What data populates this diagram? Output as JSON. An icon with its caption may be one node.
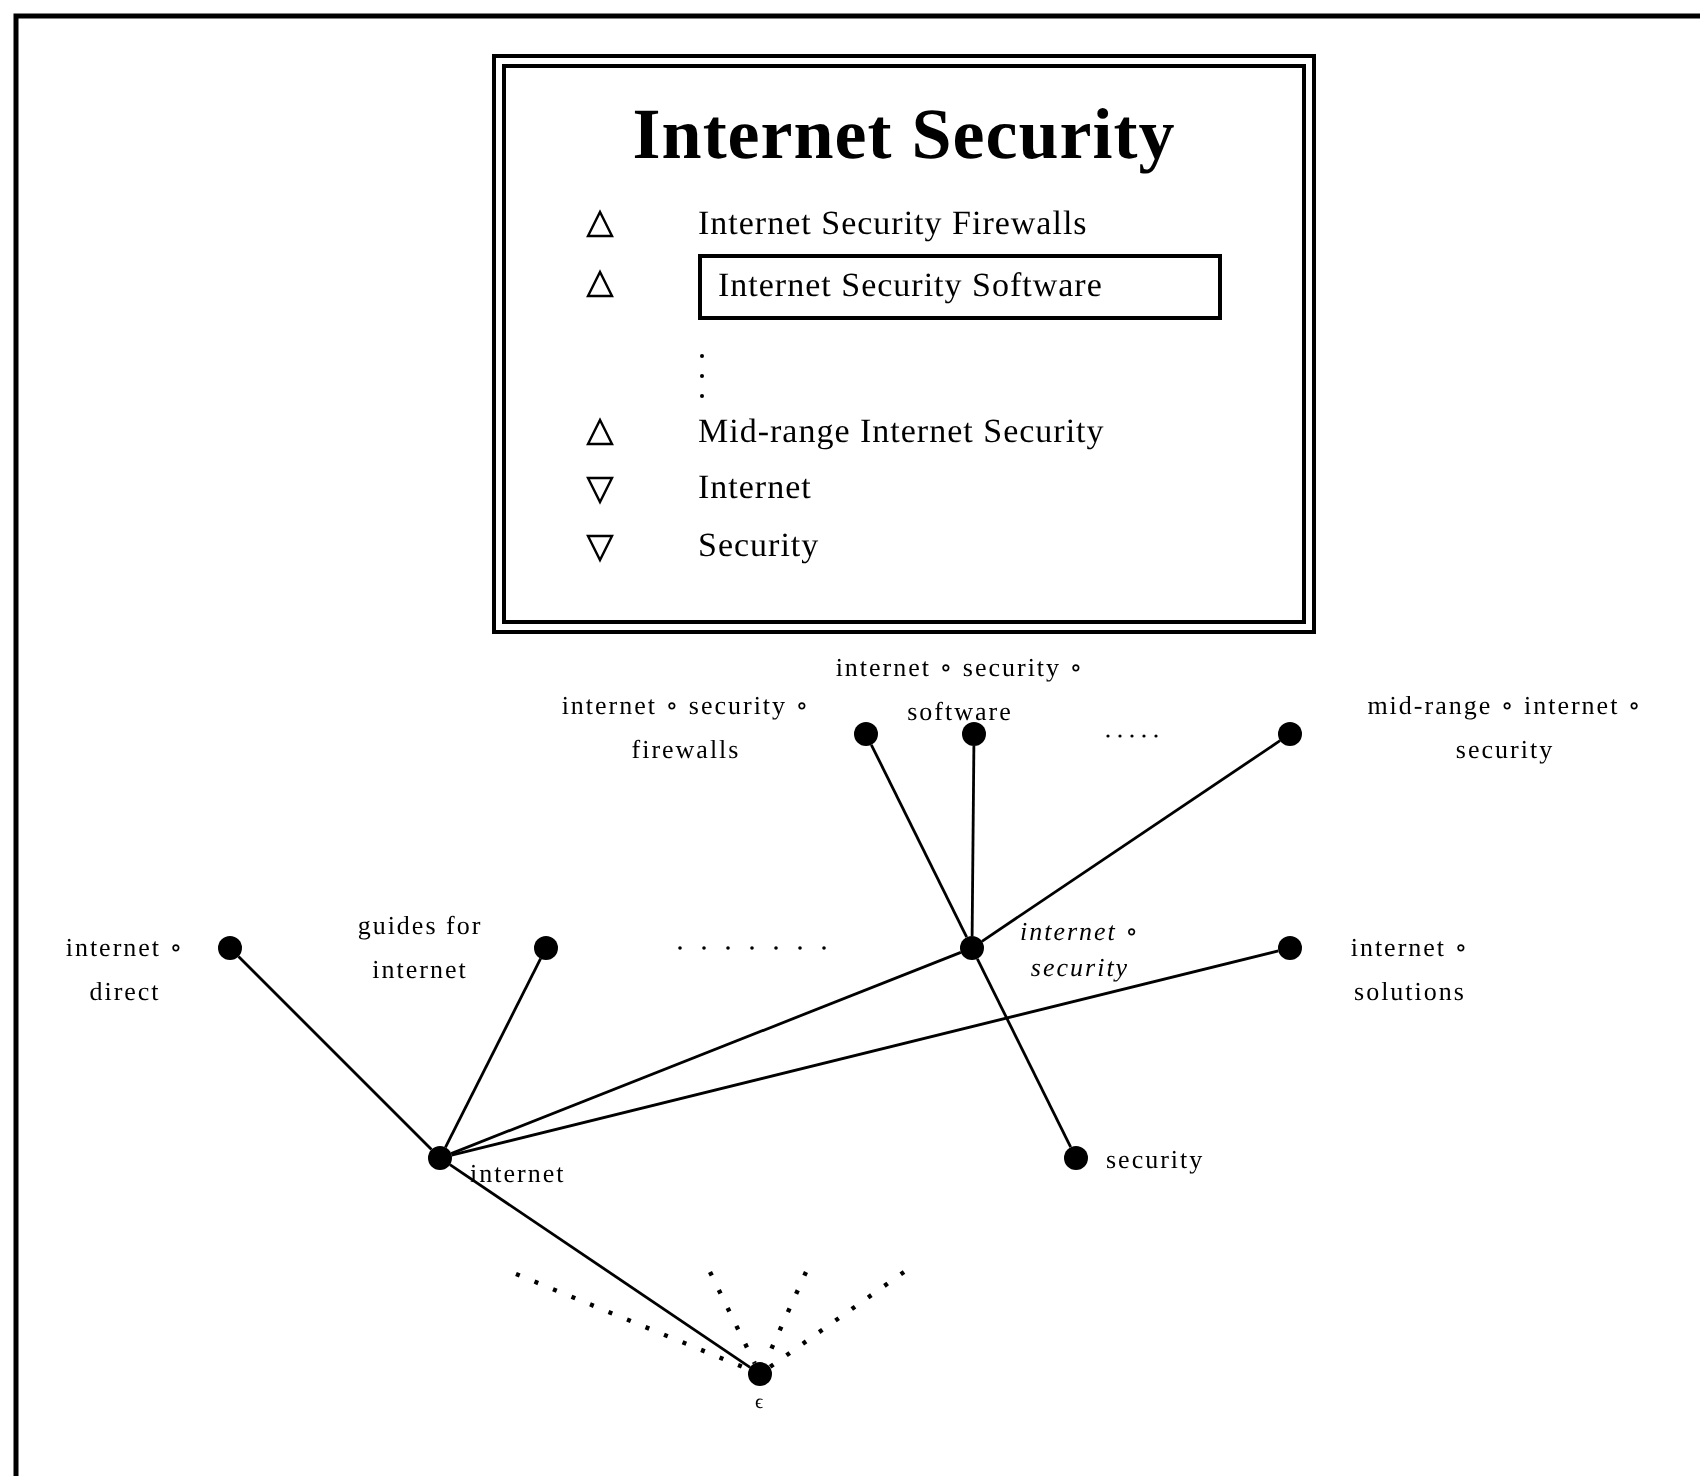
{
  "diagram": {
    "nodes": [
      {
        "text": [
          "Internet Security"
        ]
      },
      {
        "text": [
          "Internet Security Software"
        ],
        "in": 0
      },
      {
        "text": [],
        "shape": "circle",
        "beside": [
          "internet ∘ security ∘ firewalls"
        ]
      },
      {
        "text": [],
        "shape": "circle",
        "beside": [
          "internet ∘ security ∘ software"
        ]
      },
      {
        "text": [],
        "shape": "circle",
        "beside": [
          "mid-range ∘ internet ∘ security"
        ]
      },
      {
        "text": [],
        "shape": "circle",
        "beside": [
          "internet ∘ direct"
        ]
      },
      {
        "text": [],
        "shape": "circle",
        "beside": [
          "guides for internet"
        ]
      },
      {
        "text": [],
        "shape": "circle",
        "beside": [
          "*internet* ∘ *security*"
        ]
      },
      {
        "text": [],
        "shape": "circle",
        "beside": [
          "internet ∘ solutions"
        ]
      },
      {
        "text": [],
        "shape": "circle",
        "beside": [
          "internet"
        ]
      },
      {
        "text": [],
        "shape": "circle",
        "beside": [
          "security"
        ]
      },
      {
        "text": [],
        "shape": "circle",
        "beside": [
          "ϵ"
        ]
      }
    ],
    "edges": [
      {
        "from": 9,
        "to": 5,
        "arrow": "none"
      },
      {
        "from": 9,
        "to": 6,
        "arrow": "none"
      },
      {
        "from": 9,
        "to": 7,
        "arrow": "none"
      },
      {
        "from": 9,
        "to": 8,
        "arrow": "none"
      },
      {
        "from": 7,
        "to": 2,
        "arrow": "none"
      },
      {
        "from": 7,
        "to": 3,
        "arrow": "none"
      },
      {
        "from": 7,
        "to": 4,
        "arrow": "none"
      },
      {
        "from": 7,
        "to": 10,
        "arrow": "none"
      },
      {
        "from": 11,
        "to": 9,
        "arrow": "none"
      },
      {
        "from": null,
        "to": 11,
        "arrow": "none",
        "style": "dashed"
      },
      {
        "from": null,
        "to": 11,
        "arrow": "none",
        "style": "dashed"
      },
      {
        "from": null,
        "to": 11,
        "arrow": "none",
        "style": "dashed"
      },
      {
        "from": null,
        "to": 11,
        "arrow": "none",
        "style": "dashed"
      }
    ],
    "labels": [
      "Internet Security Firewalls",
      "Mid-range Internet Security",
      "Internet",
      "Security"
    ]
  }
}
